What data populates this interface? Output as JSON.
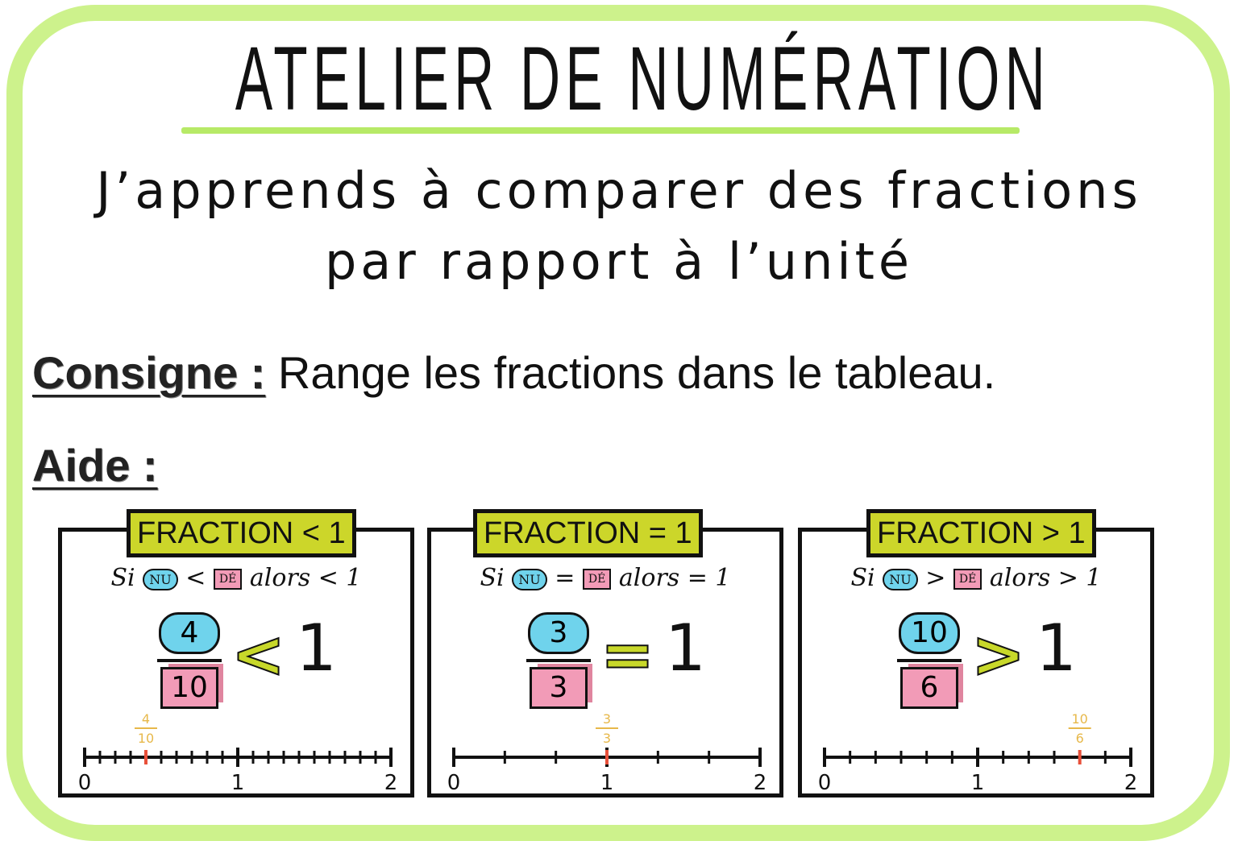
{
  "title": "ATELIER DE NUMÉRATION",
  "subtitle": [
    "J’apprends à comparer des fractions",
    "par rapport à l’unité"
  ],
  "consigne": {
    "label": "Consigne :",
    "text": "Range les fractions dans le tableau."
  },
  "aide": {
    "label": "Aide :"
  },
  "colors": {
    "border": "#cdf28c",
    "header": "#ccd62a",
    "numerator": "#6fd3ec",
    "denominator": "#f29bb7",
    "marker": "#e8503a",
    "marker_label": "#e7b84a"
  },
  "panels": [
    {
      "header": "FRACTION < 1",
      "rule_si": "Si",
      "nu": "NU",
      "de": "DÉ",
      "rule_sign": "<",
      "rule_alors": "alors < 1",
      "numerator": "4",
      "denominator": "10",
      "comparator": "<",
      "comparator_icon": "crocodile-mouth-left-icon",
      "one": "1",
      "mark_label_num": "4",
      "mark_label_den": "10",
      "axis": {
        "labels": [
          "0",
          "1",
          "2"
        ],
        "divisions_per_unit": 10,
        "mark_value": 0.4
      }
    },
    {
      "header": "FRACTION = 1",
      "rule_si": "Si",
      "nu": "NU",
      "de": "DÉ",
      "rule_sign": "=",
      "rule_alors": "alors = 1",
      "numerator": "3",
      "denominator": "3",
      "comparator": "=",
      "comparator_icon": "equals-icon",
      "one": "1",
      "mark_label_num": "3",
      "mark_label_den": "3",
      "axis": {
        "labels": [
          "0",
          "1",
          "2"
        ],
        "divisions_per_unit": 3,
        "mark_value": 1
      }
    },
    {
      "header": "FRACTION > 1",
      "rule_si": "Si",
      "nu": "NU",
      "de": "DÉ",
      "rule_sign": ">",
      "rule_alors": "alors > 1",
      "numerator": "10",
      "denominator": "6",
      "comparator": ">",
      "comparator_icon": "crocodile-mouth-right-icon",
      "one": "1",
      "mark_label_num": "10",
      "mark_label_den": "6",
      "axis": {
        "labels": [
          "0",
          "1",
          "2"
        ],
        "divisions_per_unit": 6,
        "mark_value": 1.6667
      }
    }
  ]
}
